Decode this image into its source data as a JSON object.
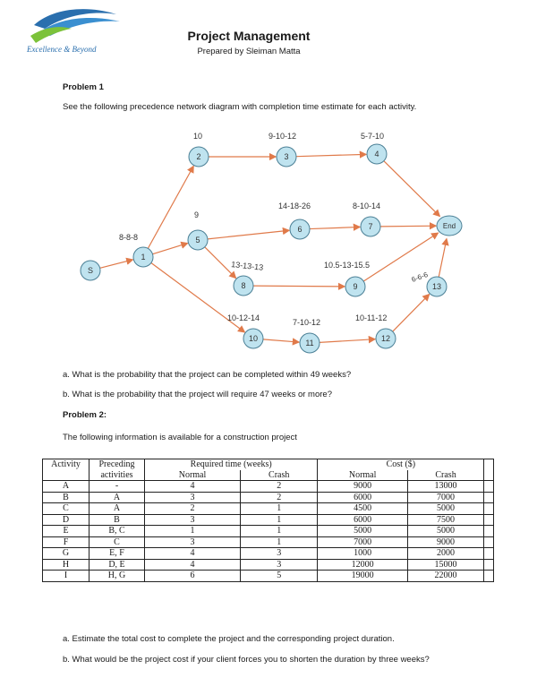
{
  "logo": {
    "text": "Excellence & Beyond"
  },
  "header": {
    "title": "Project Management",
    "subtitle": "Prepared by Sleiman Matta"
  },
  "problem1": {
    "heading": "Problem 1",
    "intro": "See the following precedence network diagram with completion time estimate for each activity.",
    "question_a": "a. What is the probability that the project can be completed within 49 weeks?",
    "question_b": "b. What is the probability that the project will require 47 weeks or more?"
  },
  "network": {
    "nodes": [
      {
        "id": "S",
        "label": "S"
      },
      {
        "id": "1",
        "label": "1"
      },
      {
        "id": "2",
        "label": "2"
      },
      {
        "id": "3",
        "label": "3"
      },
      {
        "id": "4",
        "label": "4"
      },
      {
        "id": "5",
        "label": "5"
      },
      {
        "id": "6",
        "label": "6"
      },
      {
        "id": "7",
        "label": "7"
      },
      {
        "id": "8",
        "label": "8"
      },
      {
        "id": "9",
        "label": "9"
      },
      {
        "id": "10",
        "label": "10"
      },
      {
        "id": "11",
        "label": "11"
      },
      {
        "id": "12",
        "label": "12"
      },
      {
        "id": "13",
        "label": "13"
      },
      {
        "id": "End",
        "label": "End"
      }
    ],
    "edges": [
      [
        "S",
        "1"
      ],
      [
        "1",
        "2"
      ],
      [
        "2",
        "3"
      ],
      [
        "3",
        "4"
      ],
      [
        "4",
        "End"
      ],
      [
        "1",
        "5"
      ],
      [
        "5",
        "6"
      ],
      [
        "6",
        "7"
      ],
      [
        "7",
        "End"
      ],
      [
        "5",
        "8"
      ],
      [
        "8",
        "9"
      ],
      [
        "9",
        "End"
      ],
      [
        "1",
        "10"
      ],
      [
        "10",
        "11"
      ],
      [
        "11",
        "12"
      ],
      [
        "12",
        "13"
      ],
      [
        "13",
        "End"
      ]
    ],
    "time_labels": [
      {
        "id": "t1",
        "text": "8-8-8"
      },
      {
        "id": "t2",
        "text": "10"
      },
      {
        "id": "t3",
        "text": "9-10-12"
      },
      {
        "id": "t4",
        "text": "5-7-10"
      },
      {
        "id": "t5",
        "text": "9"
      },
      {
        "id": "t6",
        "text": "14-18-26"
      },
      {
        "id": "t7",
        "text": "8-10-14"
      },
      {
        "id": "t8",
        "text": "13-13-13"
      },
      {
        "id": "t9",
        "text": "10.5-13-15.5"
      },
      {
        "id": "t13",
        "text": "6-6-6"
      },
      {
        "id": "t10",
        "text": "10-12-14"
      },
      {
        "id": "t11",
        "text": "7-10-12"
      },
      {
        "id": "t12",
        "text": "10-11-12"
      }
    ]
  },
  "problem2": {
    "heading": "Problem 2:",
    "intro": "The following information is available for a construction project",
    "table": {
      "h_activity": "Activity",
      "h_preceding_1": "Preceding",
      "h_preceding_2": "activities",
      "h_required": "Required time (weeks)",
      "h_cost": "Cost ($)",
      "h_normal": "Normal",
      "h_crash": "Crash",
      "h_normal2": "Normal",
      "h_crash2": "Crash",
      "rows": [
        [
          "A",
          "-",
          "4",
          "2",
          "9000",
          "13000"
        ],
        [
          "B",
          "A",
          "3",
          "2",
          "6000",
          "7000"
        ],
        [
          "C",
          "A",
          "2",
          "1",
          "4500",
          "5000"
        ],
        [
          "D",
          "B",
          "3",
          "1",
          "6000",
          "7500"
        ],
        [
          "E",
          "B, C",
          "1",
          "1",
          "5000",
          "5000"
        ],
        [
          "F",
          "C",
          "3",
          "1",
          "7000",
          "9000"
        ],
        [
          "G",
          "E, F",
          "4",
          "3",
          "1000",
          "2000"
        ],
        [
          "H",
          "D, E",
          "4",
          "3",
          "12000",
          "15000"
        ],
        [
          "I",
          "H, G",
          "6",
          "5",
          "19000",
          "22000"
        ]
      ]
    },
    "question_a": "a. Estimate the total cost to complete the project and the corresponding project duration.",
    "question_b": "b. What would be the project cost if your client forces you to shorten the duration by three weeks?"
  },
  "colors": {
    "node_fill": "#bfe3ef",
    "node_stroke": "#4a7f95",
    "arrow": "#e07a4a",
    "logo_blue": "#2a6fae",
    "logo_green": "#7cc23a"
  }
}
